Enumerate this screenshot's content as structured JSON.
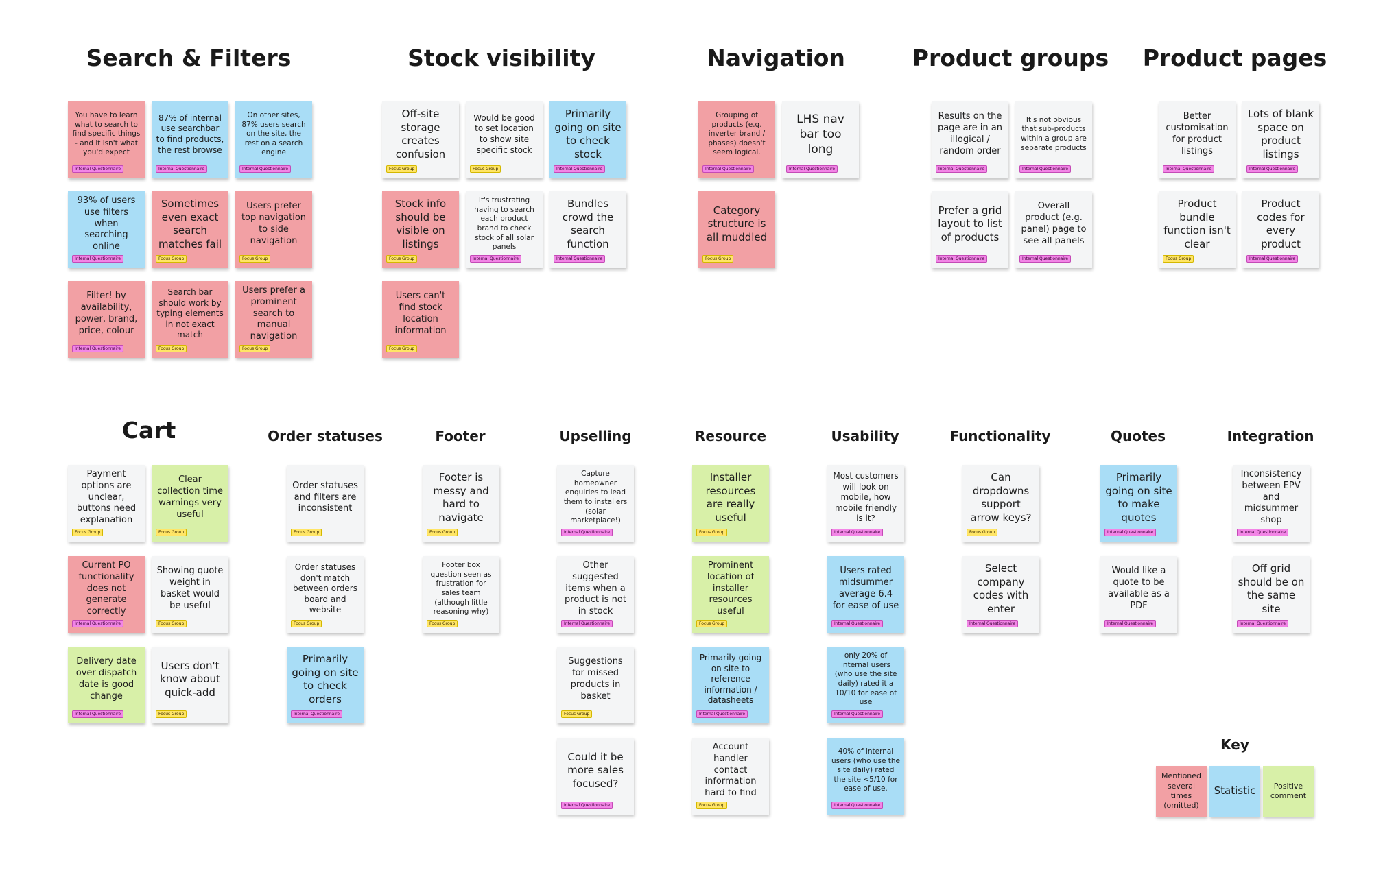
{
  "board": {
    "sections": [
      {
        "title": "Search & Filters",
        "notes": [
          {
            "text": "You have to learn what to search to find specific things - and it isn't what you'd expect",
            "tag": "Internal Questionnaire",
            "color": "red"
          },
          {
            "text": "87% of internal use searchbar to find products, the rest browse",
            "tag": "Internal Questionnaire",
            "color": "blue"
          },
          {
            "text": "On other sites, 87% users search on the site, the rest on a search engine",
            "tag": "Internal Questionnaire",
            "color": "blue"
          },
          {
            "text": "93% of users use filters when searching online",
            "tag": "Internal Questionnaire",
            "color": "blue"
          },
          {
            "text": "Sometimes even exact search matches fail",
            "tag": "Focus Group",
            "color": "red"
          },
          {
            "text": "Users prefer top navigation to side navigation",
            "tag": "Focus Group",
            "color": "red"
          },
          {
            "text": "Filter! by availability, power, brand, price, colour",
            "tag": "Internal Questionnaire",
            "color": "red"
          },
          {
            "text": "Search bar should work by typing elements in not exact match",
            "tag": "Focus Group",
            "color": "red"
          },
          {
            "text": "Users prefer a prominent search to manual navigation",
            "tag": "Focus Group",
            "color": "red"
          }
        ]
      },
      {
        "title": "Stock visibility",
        "notes": [
          {
            "text": "Off-site storage creates confusion",
            "tag": "Focus Group",
            "color": "gray"
          },
          {
            "text": "Would be good to set location to show site specific stock",
            "tag": "Focus Group",
            "color": "gray"
          },
          {
            "text": "Primarily going on site to check stock",
            "tag": "Internal Questionnaire",
            "color": "blue"
          },
          {
            "text": "Stock info should be visible on listings",
            "tag": "Focus Group",
            "color": "red"
          },
          {
            "text": "It's frustrating having to search each product brand to check stock of all solar panels",
            "tag": "Internal Questionnaire",
            "color": "gray"
          },
          {
            "text": "Bundles crowd the search function",
            "tag": "Internal Questionnaire",
            "color": "gray"
          },
          {
            "text": "Users can't find stock location information",
            "tag": "Focus Group",
            "color": "red"
          }
        ]
      },
      {
        "title": "Navigation",
        "notes": [
          {
            "text": "Grouping of products (e.g. inverter brand / phases) doesn't seem logical.",
            "tag": "Internal Questionnaire",
            "color": "red"
          },
          {
            "text": "LHS nav bar too long",
            "tag": "Internal Questionnaire",
            "color": "gray"
          },
          {
            "text": "Category structure is all muddled",
            "tag": "Focus Group",
            "color": "red"
          }
        ]
      },
      {
        "title": "Product groups",
        "notes": [
          {
            "text": "Results on the page are in an illogical / random order",
            "tag": "Internal Questionnaire",
            "color": "gray"
          },
          {
            "text": "It's not obvious that sub-products within a group are separate products",
            "tag": "Internal Questionnaire",
            "color": "gray"
          },
          {
            "text": "Prefer a grid layout to list of products",
            "tag": "Internal Questionnaire",
            "color": "gray"
          },
          {
            "text": "Overall product (e.g. panel) page to see all panels",
            "tag": "Internal Questionnaire",
            "color": "gray"
          }
        ]
      },
      {
        "title": "Product pages",
        "notes": [
          {
            "text": "Better customisation for product listings",
            "tag": "Internal Questionnaire",
            "color": "gray"
          },
          {
            "text": "Lots of blank space on product listings",
            "tag": "Internal Questionnaire",
            "color": "gray"
          },
          {
            "text": "Product bundle function isn't clear",
            "tag": "Focus Group",
            "color": "gray"
          },
          {
            "text": "Product codes for every product",
            "tag": "Internal Questionnaire",
            "color": "gray"
          }
        ]
      },
      {
        "title": "Cart",
        "notes": [
          {
            "text": "Payment options are unclear, buttons need explanation",
            "tag": "Focus Group",
            "color": "gray"
          },
          {
            "text": "Clear collection time warnings very useful",
            "tag": "Focus Group",
            "color": "green"
          },
          {
            "text": "Current PO functionality does not generate correctly",
            "tag": "Internal Questionnaire",
            "color": "red"
          },
          {
            "text": "Showing quote weight in basket would be useful",
            "tag": "Focus Group",
            "color": "gray"
          },
          {
            "text": "Delivery date over dispatch date is good change",
            "tag": "Internal Questionnaire",
            "color": "green"
          },
          {
            "text": "Users don't know about quick-add",
            "tag": "Focus Group",
            "color": "gray"
          }
        ]
      },
      {
        "title": "Order statuses",
        "notes": [
          {
            "text": "Order statuses and filters are inconsistent",
            "tag": "Focus Group",
            "color": "gray"
          },
          {
            "text": "Order statuses don't match between orders board and website",
            "tag": "Focus Group",
            "color": "gray"
          },
          {
            "text": "Primarily going on site to check orders",
            "tag": "Internal Questionnaire",
            "color": "blue"
          }
        ]
      },
      {
        "title": "Footer",
        "notes": [
          {
            "text": "Footer is messy and hard to navigate",
            "tag": "Focus Group",
            "color": "gray"
          },
          {
            "text": "Footer box question seen as frustration for sales team (although little reasoning why)",
            "tag": "Focus Group",
            "color": "gray"
          }
        ]
      },
      {
        "title": "Upselling",
        "notes": [
          {
            "text": "Capture homeowner enquiries to lead them to installers (solar marketplace!)",
            "tag": "Internal Questionnaire",
            "color": "gray"
          },
          {
            "text": "Other suggested items when a product is not in stock",
            "tag": "Internal Questionnaire",
            "color": "gray"
          },
          {
            "text": "Suggestions for missed products in basket",
            "tag": "Focus Group",
            "color": "gray"
          },
          {
            "text": "Could it be more sales focused?",
            "tag": "Internal Questionnaire",
            "color": "gray"
          }
        ]
      },
      {
        "title": "Resource",
        "notes": [
          {
            "text": "Installer resources are really useful",
            "tag": "Focus Group",
            "color": "green"
          },
          {
            "text": "Prominent location of installer resources useful",
            "tag": "Focus Group",
            "color": "green"
          },
          {
            "text": "Primarily going on site to reference information / datasheets",
            "tag": "Internal Questionnaire",
            "color": "blue"
          },
          {
            "text": "Account handler contact information hard to find",
            "tag": "Focus Group",
            "color": "gray"
          }
        ]
      },
      {
        "title": "Usability",
        "notes": [
          {
            "text": "Most customers will look on mobile, how mobile friendly is it?",
            "tag": "Internal Questionnaire",
            "color": "gray"
          },
          {
            "text": "Users rated midsummer average 6.4 for ease of use",
            "tag": "Internal Questionnaire",
            "color": "blue"
          },
          {
            "text": "only 20% of internal users (who use the site daily) rated it a 10/10 for ease of use",
            "tag": "Internal Questionnaire",
            "color": "blue"
          },
          {
            "text": "40% of internal users (who use the site daily) rated the site <5/10 for ease of use.",
            "tag": "Internal Questionnaire",
            "color": "blue"
          }
        ]
      },
      {
        "title": "Functionality",
        "notes": [
          {
            "text": "Can dropdowns support arrow keys?",
            "tag": "Focus Group",
            "color": "gray"
          },
          {
            "text": "Select company codes with enter",
            "tag": "Internal Questionnaire",
            "color": "gray"
          }
        ]
      },
      {
        "title": "Quotes",
        "notes": [
          {
            "text": "Primarily going on site to make quotes",
            "tag": "Internal Questionnaire",
            "color": "blue"
          },
          {
            "text": "Would like a quote to be available as a PDF",
            "tag": "Internal Questionnaire",
            "color": "gray"
          }
        ]
      },
      {
        "title": "Integration",
        "notes": [
          {
            "text": "Inconsistency between EPV and midsummer shop",
            "tag": "Internal Questionnaire",
            "color": "gray"
          },
          {
            "text": "Off grid should be on the same site",
            "tag": "Internal Questionnaire",
            "color": "gray"
          }
        ]
      }
    ],
    "key": {
      "title": "Key",
      "items": [
        {
          "label": "Mentioned several times (omitted)",
          "color": "red"
        },
        {
          "label": "Statistic",
          "color": "blue"
        },
        {
          "label": "Positive comment",
          "color": "green"
        }
      ]
    },
    "colors": {
      "red": "#f2a0a4",
      "blue": "#a9ddf6",
      "green": "#d8f0a8",
      "gray": "#f4f5f6"
    }
  }
}
